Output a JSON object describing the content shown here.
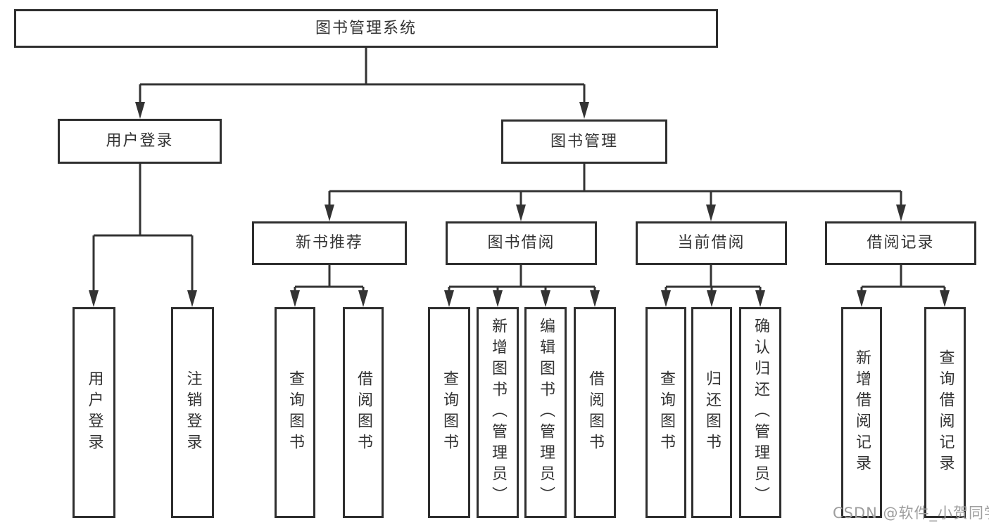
{
  "nodes": {
    "root": "图书管理系统",
    "user_login": "用户登录",
    "book_management": "图书管理",
    "new_book_recommend": "新书推荐",
    "book_borrowing": "图书借阅",
    "current_borrowing": "当前借阅",
    "borrowing_records": "借阅记录",
    "user_login_children": [
      "用户登录",
      "注销登录"
    ],
    "new_book_children": [
      "查询图书",
      "借阅图书"
    ],
    "book_borrowing_children": [
      "查询图书",
      "新增图书（管理员）",
      "编辑图书（管理员）",
      "借阅图书"
    ],
    "current_borrowing_children": [
      "查询图书",
      "归还图书",
      "确认归还（管理员）"
    ],
    "borrowing_records_children": [
      "新增借阅记录",
      "查询借阅记录"
    ]
  },
  "watermark": "CSDN @软件_小贺同学",
  "colors": {
    "line": "#333333",
    "border": "#2e2e2e",
    "text": "#333333",
    "watermark": "#9e9e9e",
    "background": "#ffffff"
  }
}
